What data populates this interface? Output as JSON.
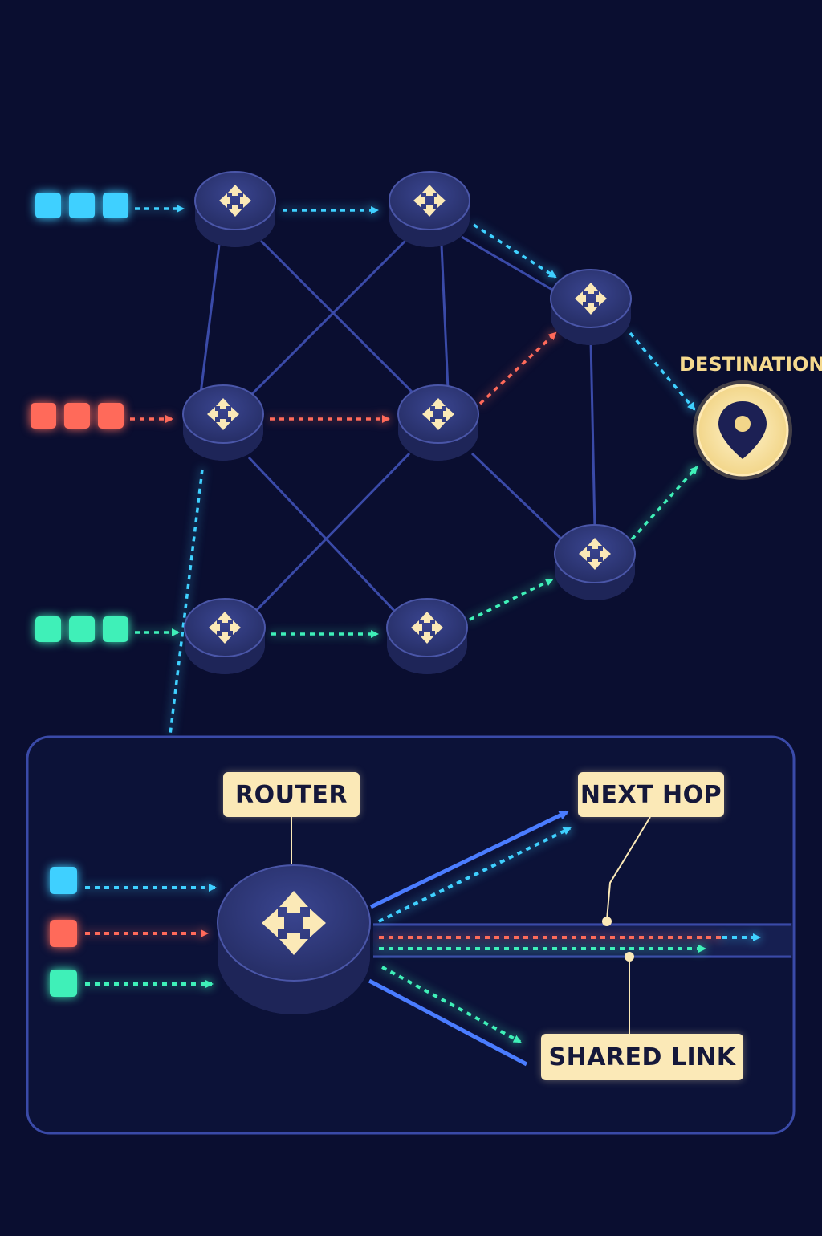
{
  "labels": {
    "destination": "DESTINATION",
    "router": "ROUTER",
    "next_hop": "NEXT HOP",
    "shared_link": "SHARED LINK"
  },
  "colors": {
    "background": "#0a0e30",
    "router_fill": "#2c3572",
    "link": "#3a4aa8",
    "flow_cyan": "#3fd0ff",
    "flow_red": "#ff6a5a",
    "flow_green": "#3ff0b8",
    "label_bg": "#fbe9b7",
    "destination_gold": "#f5d98e"
  },
  "icons": {
    "router": "four-way-arrow-icon",
    "destination": "map-pin-icon",
    "packet": "cube-icon"
  },
  "flows": [
    "cyan",
    "red",
    "green"
  ]
}
